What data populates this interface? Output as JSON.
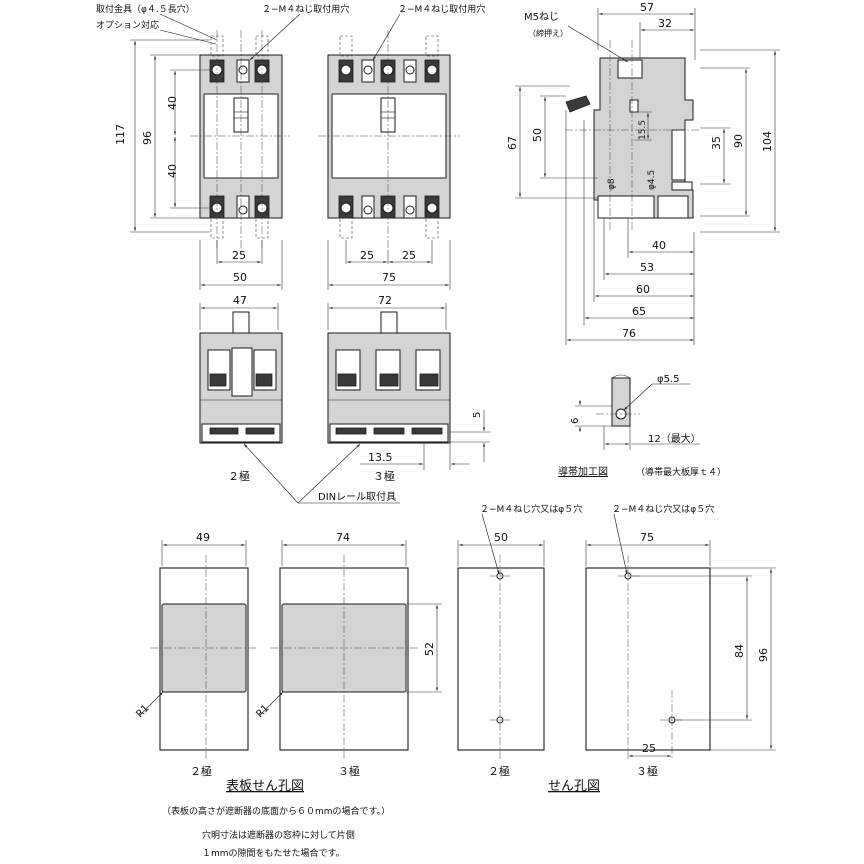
{
  "labels": {
    "mount_bracket": "取付金具（φ４.５長穴）",
    "option_note": "オプション対応",
    "m4_mount_2p": "２−M４ねじ取付用穴",
    "m4_mount_3p": "２−M４ねじ取付用穴",
    "m5_screw": "M5ねじ",
    "m5_screw_sub": "（締押え）",
    "pole2": "２極",
    "pole3": "３極",
    "din_rail": "DINレール取付具",
    "bar_title": "導帯加工図",
    "bar_sub": "（導帯最大板厚ｔ４）",
    "m4_hole_2p": "２−M４ねじ穴又はφ５穴",
    "m4_hole_3p": "２−M４ねじ穴又はφ５穴",
    "panel_2p": "２極",
    "panel_3p": "３極",
    "panel_title": "表板せん孔図",
    "hole_2p": "２極",
    "hole_3p": "３極",
    "hole_title": "せん孔図",
    "note1": "（表板の高さが遮断器の底面から６０mmの場合です。）",
    "note2": "穴明寸法は遮断器の窓枠に対して片側",
    "note3": "１mmの隙間をもたせた場合です。"
  },
  "dims": {
    "d117": "117",
    "d96": "96",
    "d40a": "40",
    "d40b": "40",
    "d25_2p": "25",
    "d50_2p": "50",
    "d25_3pa": "25",
    "d25_3pb": "25",
    "d75_3p": "75",
    "d47": "47",
    "d72": "72",
    "d5": "5",
    "d13_5": "13.5",
    "d57": "57",
    "d32": "32",
    "d67": "67",
    "d50_side": "50",
    "d15_5": "15.5",
    "d35": "35",
    "d90": "90",
    "d104": "104",
    "dphi8": "φ8",
    "dphi4_5": "φ4.5",
    "d40_side": "40",
    "d53": "53",
    "d60": "60",
    "d65": "65",
    "d76": "76",
    "dphi5_5": "φ5.5",
    "d6": "6",
    "d12": "12（最大）",
    "p49": "49",
    "p74": "74",
    "p52": "52",
    "pr1a": "R1",
    "pr1b": "R1",
    "h50": "50",
    "h75": "75",
    "h84": "84",
    "h96": "96",
    "h25": "25"
  }
}
